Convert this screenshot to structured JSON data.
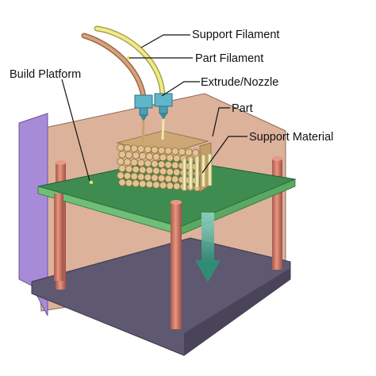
{
  "labels": {
    "support_filament": "Support Filament",
    "part_filament": "Part Filament",
    "build_platform": "Build Platform",
    "extrude_nozzle": "Extrude/Nozzle",
    "part": "Part",
    "support_material": "Support Material"
  },
  "colors": {
    "back_wall": "#dcb29b",
    "side_wall": "#a78bd8",
    "floor": "#5e5870",
    "platform_top": "#3f8c50",
    "platform_edge": "#6fbf77",
    "post": "#d07a68",
    "part_rod": "#d8b984",
    "support_rod": "#efe6a8",
    "nozzle": "#5fb6c9",
    "support_filament": "#f2eb8a",
    "part_filament": "#d9a27c",
    "arrow": "#3fa78e"
  },
  "icons": {
    "motion_arrow": "down-arrow-icon"
  }
}
